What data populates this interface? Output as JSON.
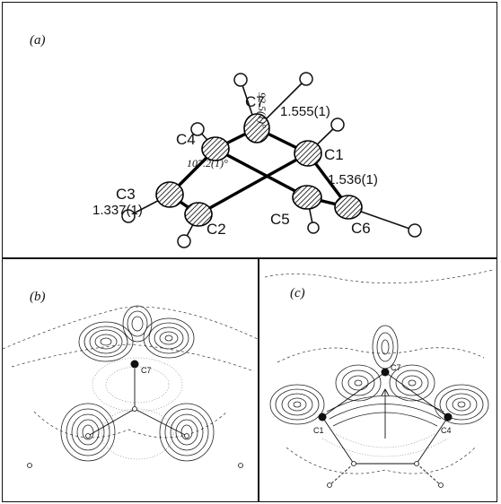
{
  "panel_a": {
    "label": "(a)",
    "atoms": {
      "c1": "C1",
      "c2": "C2",
      "c3": "C3",
      "c4": "C4",
      "c5": "C5",
      "c6": "C6",
      "c7": "C7"
    },
    "bond_c3_c2": "1.337(1)",
    "bond_c1_c7": "1.555(1)",
    "bond_c1_c6": "1.536(1)",
    "angle_c1_c7_c4": "92.5(1)°",
    "angle_c3_c4": "107.2(1)°"
  },
  "panel_b": {
    "label": "(b)",
    "atom_c7": "C7"
  },
  "panel_c": {
    "label": "(c)",
    "atom_c7": "C7",
    "atom_c1": "C1",
    "atom_c4": "C4"
  }
}
